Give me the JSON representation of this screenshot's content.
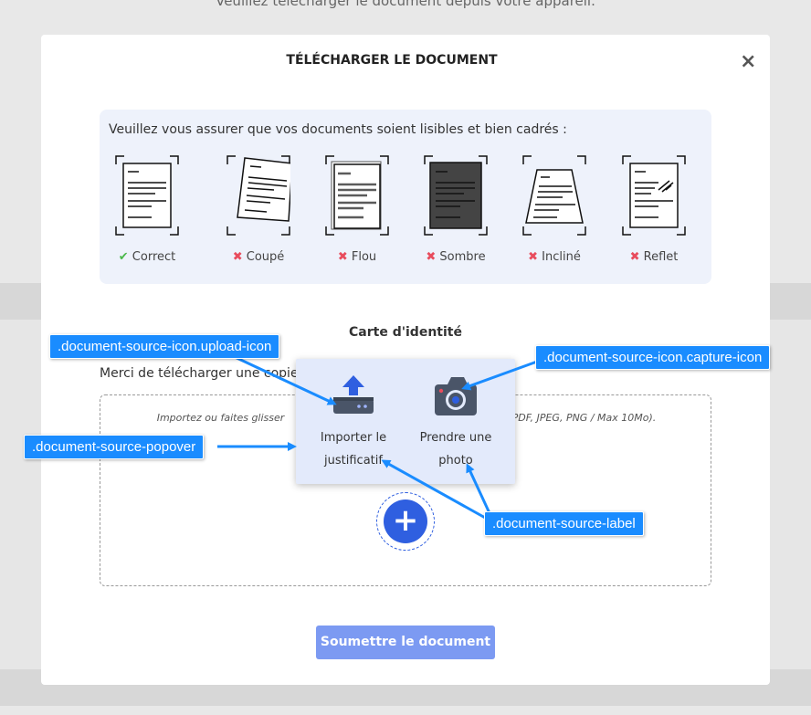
{
  "background": {
    "top_text": "Veuillez télécharger le document depuis votre appareil."
  },
  "modal": {
    "title": "TÉLÉCHARGER LE DOCUMENT",
    "close_label": "×",
    "quality_intro": "Veuillez vous assurer que vos documents soient lisibles et bien cadrés :",
    "quality_examples": [
      {
        "label": "Correct",
        "ok": true
      },
      {
        "label": "Coupé",
        "ok": false
      },
      {
        "label": "Flou",
        "ok": false
      },
      {
        "label": "Sombre",
        "ok": false
      },
      {
        "label": "Incliné",
        "ok": false
      },
      {
        "label": "Reflet",
        "ok": false
      }
    ],
    "marks": {
      "ok": "✔",
      "ko": "✖"
    },
    "document_type": "Carte d'identité",
    "upload_hint": "Merci de télécharger une copie",
    "dropzone_text_left": "Importez ou faites glisser",
    "dropzone_text_right": "(PDF, JPEG, PNG / Max 10Mo).",
    "plus_label": "+",
    "submit_label": "Soumettre le document"
  },
  "popover": {
    "upload_label": "Importer le justificatif",
    "capture_label": "Prendre une photo"
  },
  "annotations": {
    "upload_icon": ".document-source-icon.upload-icon",
    "capture_icon": ".document-source-icon.capture-icon",
    "popover": ".document-source-popover",
    "label": ".document-source-label"
  },
  "colors": {
    "primary": "#2f5fe0",
    "submit": "#7c9af2",
    "callout": "#1a8cff",
    "ok": "#4bb84b",
    "ko": "#e84c5d"
  }
}
